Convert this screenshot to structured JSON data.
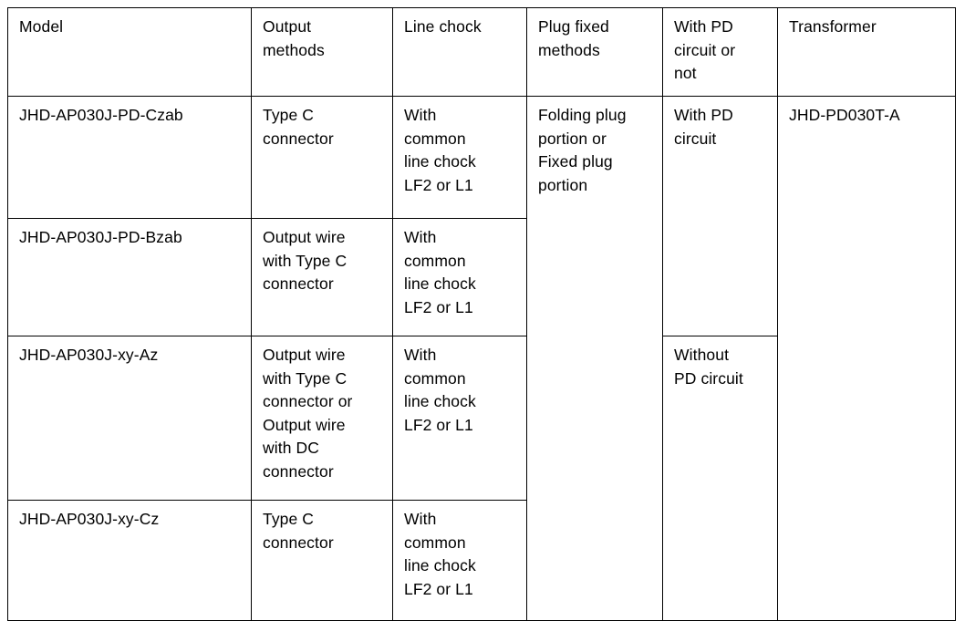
{
  "table": {
    "headers": [
      "Model",
      "Output\nmethods",
      "Line chock",
      "Plug fixed\nmethods",
      "With PD\ncircuit or\nnot",
      "Transformer"
    ],
    "rows": [
      {
        "model": "JHD-AP030J-PD-Czab",
        "output_methods": "Type C\nconnector",
        "line_chock": "With\ncommon\nline chock\nLF2 or L1"
      },
      {
        "model": "JHD-AP030J-PD-Bzab",
        "output_methods": "Output wire\nwith Type C\nconnector",
        "line_chock": "With\ncommon\nline chock\nLF2 or L1"
      },
      {
        "model": "JHD-AP030J-xy-Az",
        "output_methods": "Output wire\nwith Type C\nconnector or\nOutput wire\nwith DC\nconnector",
        "line_chock": "With\ncommon\nline chock\nLF2 or L1"
      },
      {
        "model": "JHD-AP030J-xy-Cz",
        "output_methods": "Type C\nconnector",
        "line_chock": "With\ncommon\nline chock\nLF2 or L1"
      }
    ],
    "merged": {
      "plug_fixed_methods": "Folding plug\nportion or\nFixed plug\nportion",
      "pd_circuit_with": "With PD\ncircuit",
      "pd_circuit_without": "Without\nPD circuit",
      "transformer": "JHD-PD030T-A"
    }
  },
  "colors": {
    "border": "#000000",
    "text": "#000000",
    "background": "#ffffff"
  }
}
